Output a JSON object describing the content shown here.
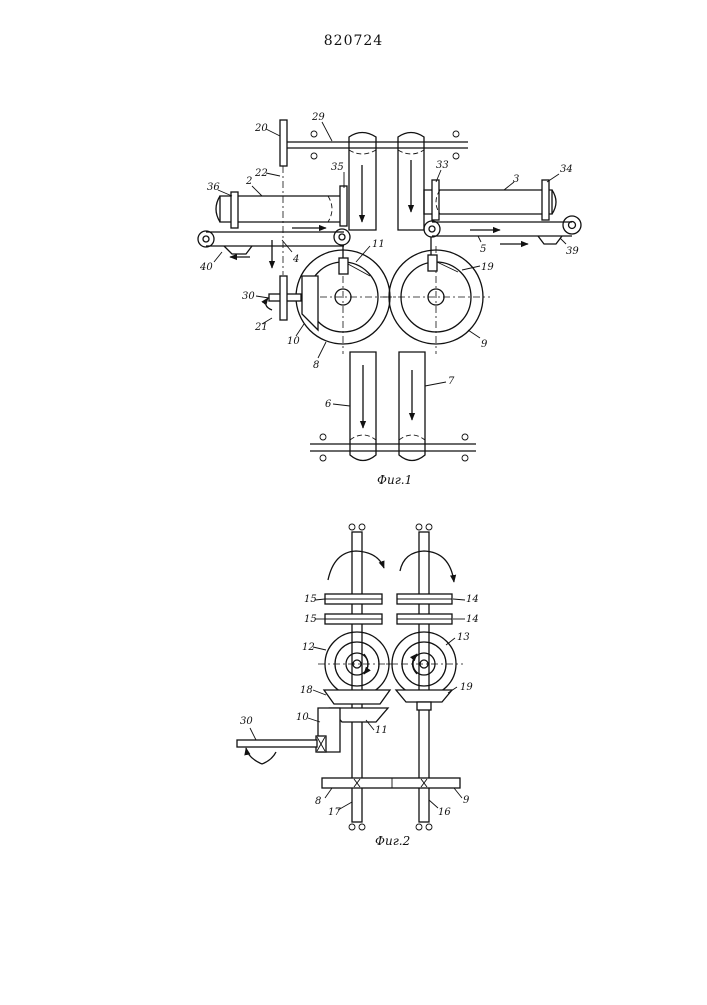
{
  "patent_number": "820724",
  "fig1": {
    "caption": "Фиг.1",
    "labels": [
      "20",
      "29",
      "22",
      "35",
      "33",
      "34",
      "36",
      "2",
      "3",
      "4",
      "5",
      "40",
      "39",
      "11",
      "19",
      "30",
      "21",
      "10",
      "8",
      "9",
      "6",
      "7"
    ]
  },
  "fig2": {
    "caption": "Фиг.2",
    "labels": [
      "15",
      "14",
      "15",
      "14",
      "12",
      "13",
      "18",
      "19",
      "30",
      "10",
      "11",
      "8",
      "9",
      "17",
      "16"
    ]
  }
}
